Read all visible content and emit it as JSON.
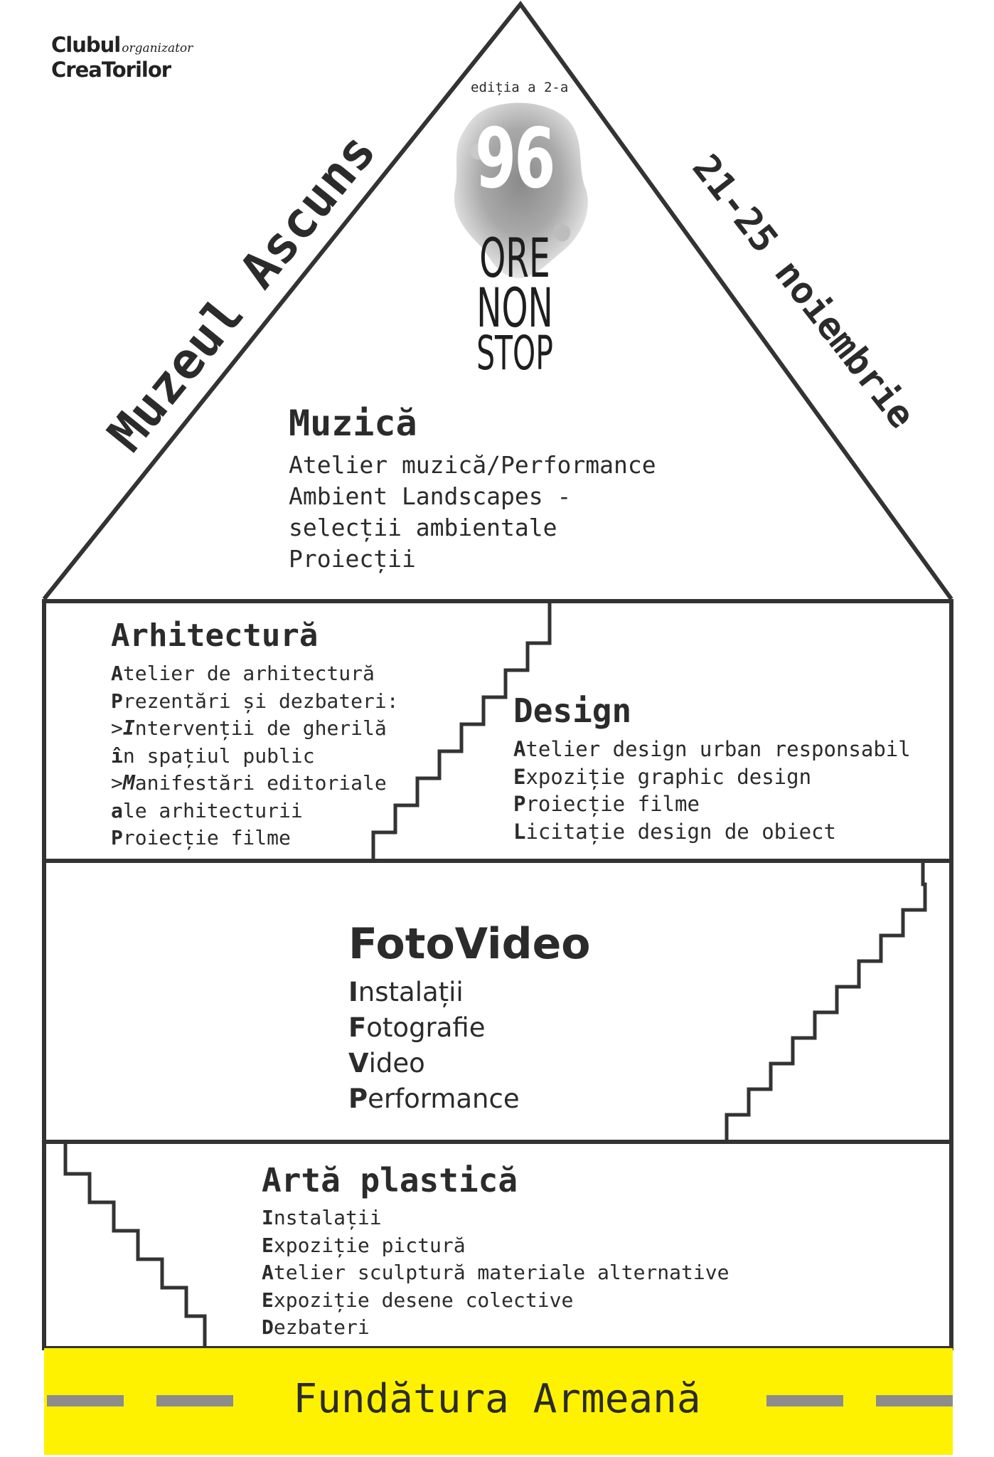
{
  "logo": {
    "line1": "Clubul",
    "organizer": "organizator",
    "line2": "CreaTorilor"
  },
  "header": {
    "venue": "Muzeul Ascuns",
    "dates": "21-25 noiembrie",
    "edition": "ediția a 2-a",
    "badge_number": "96",
    "badge_line1": "ORE",
    "badge_line2": "NON",
    "badge_line3": "STOP"
  },
  "sections": {
    "muzica": {
      "title": "Muzică",
      "items": [
        "Atelier muzică/Performance",
        "Ambient Landscapes -",
        "selecții ambientale",
        "Proiecții"
      ]
    },
    "arhitectura": {
      "title": "Arhitectură",
      "items": [
        "Atelier de arhitectură",
        "Prezentări și dezbateri:",
        ">Intervenții de gherilă",
        "în spațiul public",
        ">Manifestări editoriale",
        "ale arhitecturii",
        "Proiecție filme"
      ]
    },
    "design": {
      "title": "Design",
      "items": [
        "Atelier design urban responsabil",
        "Expoziție graphic design",
        "Proiecție filme",
        "Licitație design de obiect"
      ]
    },
    "fotovideo": {
      "title": "FotoVideo",
      "items": [
        "Instalații",
        "Fotografie",
        "Video",
        "Performance"
      ]
    },
    "arta_plastica": {
      "title": "Artă plastică",
      "items": [
        "Instalații",
        "Expoziție pictură",
        "Atelier sculptură materiale alternative",
        "Expoziție desene colective",
        "Dezbateri"
      ]
    }
  },
  "footer": {
    "street": "Fundătura Armeană"
  },
  "colors": {
    "ink": "#2b2b2b",
    "road": "#fff200",
    "dash": "#8c8c8c"
  }
}
